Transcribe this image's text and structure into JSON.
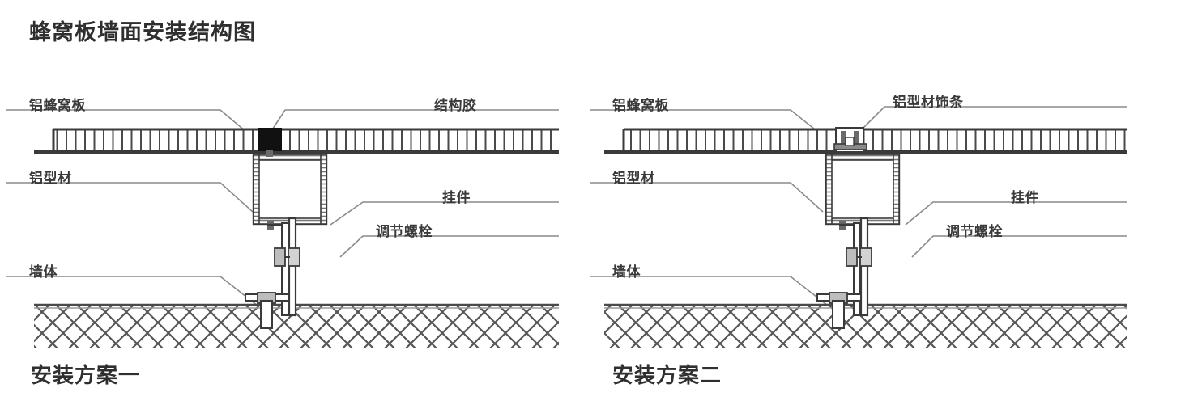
{
  "title": "蜂窝板墙面安装结构图",
  "diagrams": [
    {
      "caption": "安装方案一",
      "labels": {
        "panel": "铝蜂窝板",
        "profile": "铝型材",
        "wall": "墙体",
        "top_right": "结构胶",
        "bracket": "挂件",
        "bolt": "调节螺栓"
      }
    },
    {
      "caption": "安装方案二",
      "labels": {
        "panel": "铝蜂窝板",
        "profile": "铝型材",
        "wall": "墙体",
        "top_right": "铝型材饰条",
        "bracket": "挂件",
        "bolt": "调节螺栓"
      }
    }
  ],
  "colors": {
    "ink": "#2f2f2f",
    "line": "#4a4a4a",
    "leader": "#8a8a8a",
    "adhesive": "#111111",
    "hatch": "#555555"
  }
}
